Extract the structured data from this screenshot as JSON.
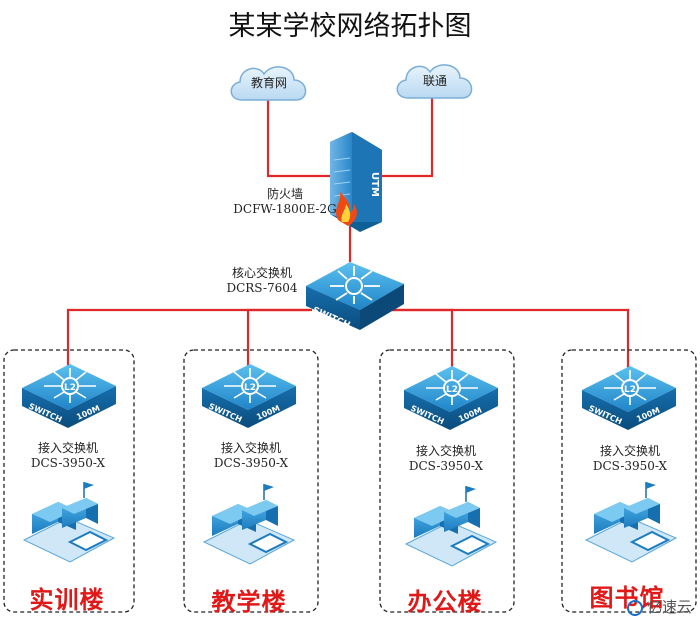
{
  "title": "某某学校网络拓扑图",
  "clouds": [
    {
      "id": "cloud-edu",
      "label": "教育网"
    },
    {
      "id": "cloud-unicom",
      "label": "联通"
    }
  ],
  "firewall": {
    "label": "防火墙",
    "model": "DCFW-1800E-2G",
    "device_text": "UTM"
  },
  "core_switch": {
    "label": "核心交换机",
    "model": "DCRS-7604",
    "device_text": "SWITCH"
  },
  "access": [
    {
      "label": "接入交换机",
      "model": "DCS-3950-X",
      "building": "实训楼"
    },
    {
      "label": "接入交换机",
      "model": "DCS-3950-X",
      "building": "教学楼"
    },
    {
      "label": "接入交换机",
      "model": "DCS-3950-X",
      "building": "办公楼"
    },
    {
      "label": "接入交换机",
      "model": "DCS-3950-X",
      "building": "图书馆"
    }
  ],
  "access_device_text": {
    "l2": "L2",
    "switch": "SWITCH",
    "speed": "100M"
  },
  "watermark": "亿速云",
  "colors": {
    "link": "#e0282a",
    "switch_top": "#3a9fdc",
    "switch_side": "#0d5c93",
    "building": "#2b9ad6"
  }
}
